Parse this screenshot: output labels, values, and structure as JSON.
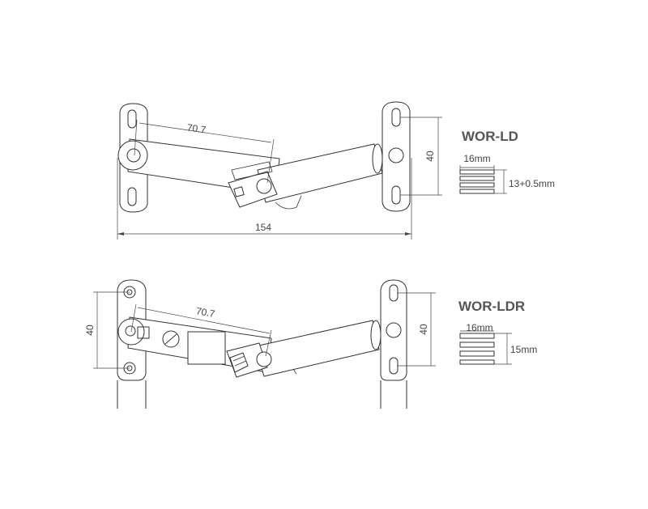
{
  "diagrams": [
    {
      "model": "WOR-LD",
      "dim_arm": "70.7",
      "dim_total": "154",
      "dim_height": "40",
      "section_width": "16mm",
      "section_thickness": "13+0.5mm"
    },
    {
      "model": "WOR-LDR",
      "dim_arm": "70.7",
      "dim_height_left": "40",
      "dim_height_right": "40",
      "section_width": "16mm",
      "section_thickness": "15mm"
    }
  ]
}
